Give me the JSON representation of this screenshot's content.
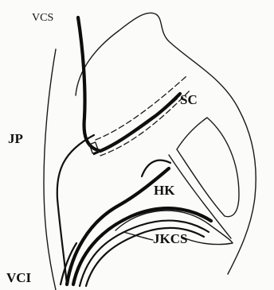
{
  "labels": {
    "vcs": "VCS",
    "sc": "SC",
    "jp": "JP",
    "hk": "HK",
    "jkcs": "JKCS",
    "vci": "VCI"
  }
}
